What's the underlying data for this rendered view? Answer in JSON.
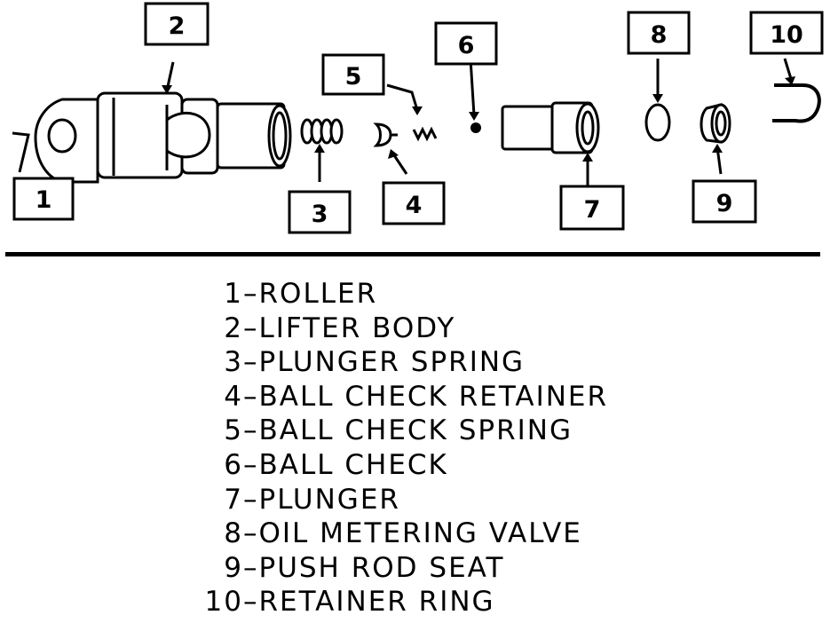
{
  "callouts": [
    {
      "id": "1",
      "label": "1"
    },
    {
      "id": "2",
      "label": "2"
    },
    {
      "id": "3",
      "label": "3"
    },
    {
      "id": "4",
      "label": "4"
    },
    {
      "id": "5",
      "label": "5"
    },
    {
      "id": "6",
      "label": "6"
    },
    {
      "id": "7",
      "label": "7"
    },
    {
      "id": "8",
      "label": "8"
    },
    {
      "id": "9",
      "label": "9"
    },
    {
      "id": "10",
      "label": "10"
    }
  ],
  "legend": [
    {
      "num": "1",
      "text": "–ROLLER"
    },
    {
      "num": "2",
      "text": "–LIFTER BODY"
    },
    {
      "num": "3",
      "text": "–PLUNGER SPRING"
    },
    {
      "num": "4",
      "text": "–BALL CHECK RETAINER"
    },
    {
      "num": "5",
      "text": "–BALL CHECK SPRING"
    },
    {
      "num": "6",
      "text": "–BALL CHECK"
    },
    {
      "num": "7",
      "text": "–PLUNGER"
    },
    {
      "num": "8",
      "text": "–OIL METERING VALVE"
    },
    {
      "num": "9",
      "text": "–PUSH ROD SEAT"
    },
    {
      "num": "10",
      "text": "–RETAINER RING"
    }
  ]
}
